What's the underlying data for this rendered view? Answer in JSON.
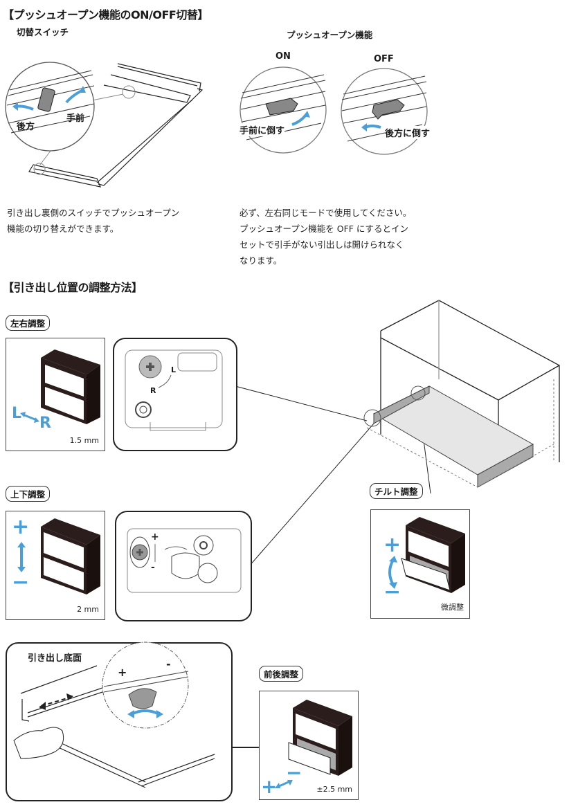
{
  "section1": {
    "title": "【プッシュオープン機能のON/OFF切替】",
    "switch_label": "切替スイッチ",
    "switch_callouts": {
      "back": "後方",
      "front": "手前"
    },
    "function_label": "プッシュオープン機能",
    "on": {
      "label": "ON",
      "instruction": "手前に倒す"
    },
    "off": {
      "label": "OFF",
      "instruction": "後方に倒す"
    },
    "desc_left": [
      "引き出し裏側のスイッチでプッシュオープン",
      "機能の切り替えができます。"
    ],
    "desc_right": [
      "必ず、左右同じモードで使用してください。",
      "プッシュオープン機能を OFF にするとイン",
      "セットで引手がない引出しは開けられなく",
      "なります。"
    ]
  },
  "section2": {
    "title": "【引き出し位置の調整方法】",
    "lateral": {
      "label": "左右調整",
      "range": "1.5 mm",
      "l": "L",
      "r": "R",
      "screw_l": "L",
      "screw_r": "R"
    },
    "vertical": {
      "label": "上下調整",
      "range": "2 mm",
      "plus": "+",
      "minus": "−"
    },
    "tilt": {
      "label": "チルト調整",
      "range": "微調整",
      "plus": "+",
      "minus": "−"
    },
    "depth": {
      "label": "前後調整",
      "range": "±2.5 mm",
      "plus": "+",
      "minus": "−"
    },
    "bottom": {
      "label": "引き出し底面",
      "plus": "+",
      "minus": "-"
    }
  },
  "colors": {
    "accent": "#4b9fd9",
    "ink": "#1a1a1a",
    "panel": "#2a1d1b"
  }
}
